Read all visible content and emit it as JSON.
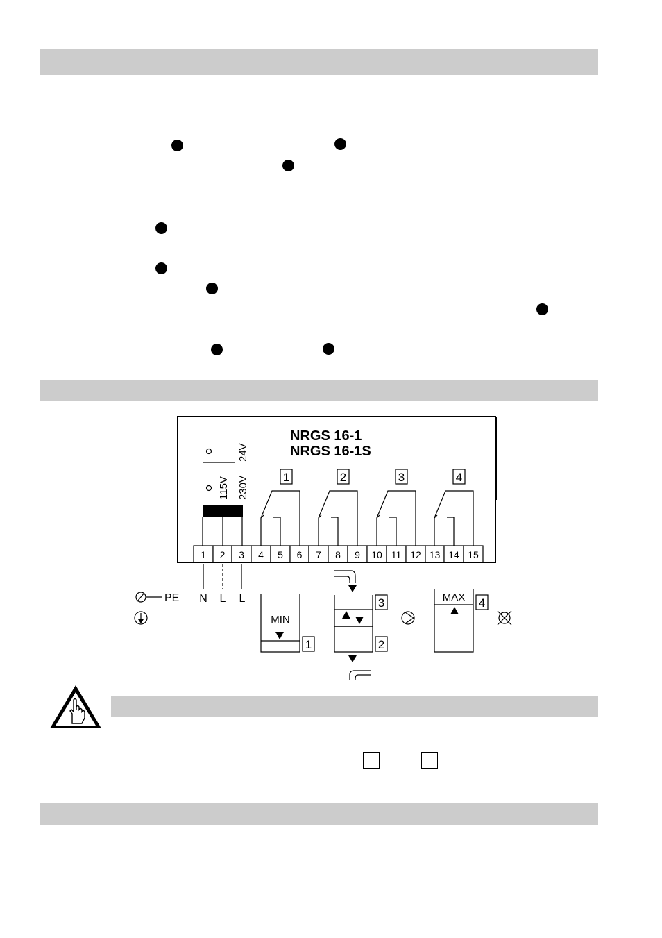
{
  "diagram": {
    "title_line1": "NRGS 16-1",
    "title_line2": "NRGS 16-1S",
    "voltage": {
      "v24": "24V",
      "v115": "115V",
      "v230": "230V"
    },
    "relays": [
      "1",
      "2",
      "3",
      "4"
    ],
    "terminals": [
      "1",
      "2",
      "3",
      "4",
      "5",
      "6",
      "7",
      "8",
      "9",
      "10",
      "11",
      "12",
      "13",
      "14",
      "15"
    ],
    "supply_labels": {
      "pe": "PE",
      "n": "N",
      "l1": "L",
      "l2": "L"
    },
    "level_labels": {
      "min": "MIN",
      "max": "MAX"
    },
    "level_numbers": {
      "min": "1",
      "lower": "2",
      "upper": "3",
      "max": "4"
    }
  },
  "colors": {
    "section_bar": "#cccccc",
    "ink": "#000000"
  }
}
